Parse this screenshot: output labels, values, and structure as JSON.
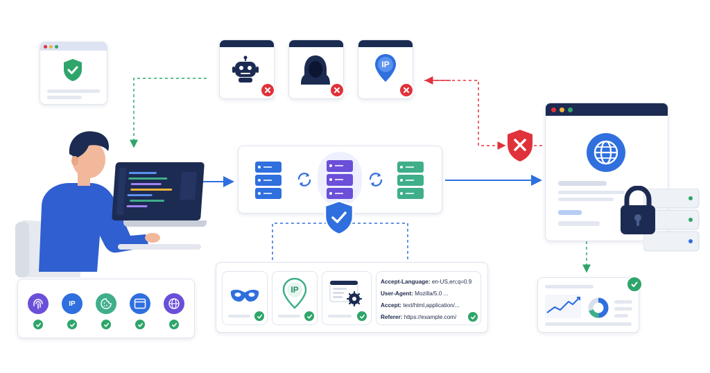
{
  "colors": {
    "blue": "#2f6fde",
    "red": "#e0323a",
    "green": "#2fa56b",
    "purple": "#6b4fd8",
    "teal": "#3fae8a",
    "navy": "#1c2b52"
  },
  "header_panel": {
    "lines": [
      {
        "key": "Accept-Language:",
        "value": "en-US,en;q=0.9"
      },
      {
        "key": "User-Agent:",
        "value": "Mozilla/5.0 ..."
      },
      {
        "key": "Accept:",
        "value": "text/html,application/..."
      },
      {
        "key": "Referer:",
        "value": "https://example.com/"
      }
    ]
  },
  "blocked_cards": [
    {
      "icon": "robot-icon"
    },
    {
      "icon": "hooded-hacker-icon"
    },
    {
      "icon": "ip-pin-icon",
      "label": "IP"
    }
  ],
  "fingerprint_icons": [
    {
      "icon": "fingerprint-icon",
      "color": "#6b4fd8"
    },
    {
      "icon": "ip-icon",
      "label": "IP",
      "color": "#2f6fde"
    },
    {
      "icon": "cookie-icon",
      "color": "#3fae8a"
    },
    {
      "icon": "browser-window-icon",
      "color": "#2f6fde"
    },
    {
      "icon": "globe-icon",
      "color": "#6b4fd8"
    }
  ],
  "identity_cards": [
    {
      "icon": "mask-icon"
    },
    {
      "icon": "ip-pin-icon",
      "label": "IP"
    },
    {
      "icon": "browser-settings-icon"
    }
  ]
}
